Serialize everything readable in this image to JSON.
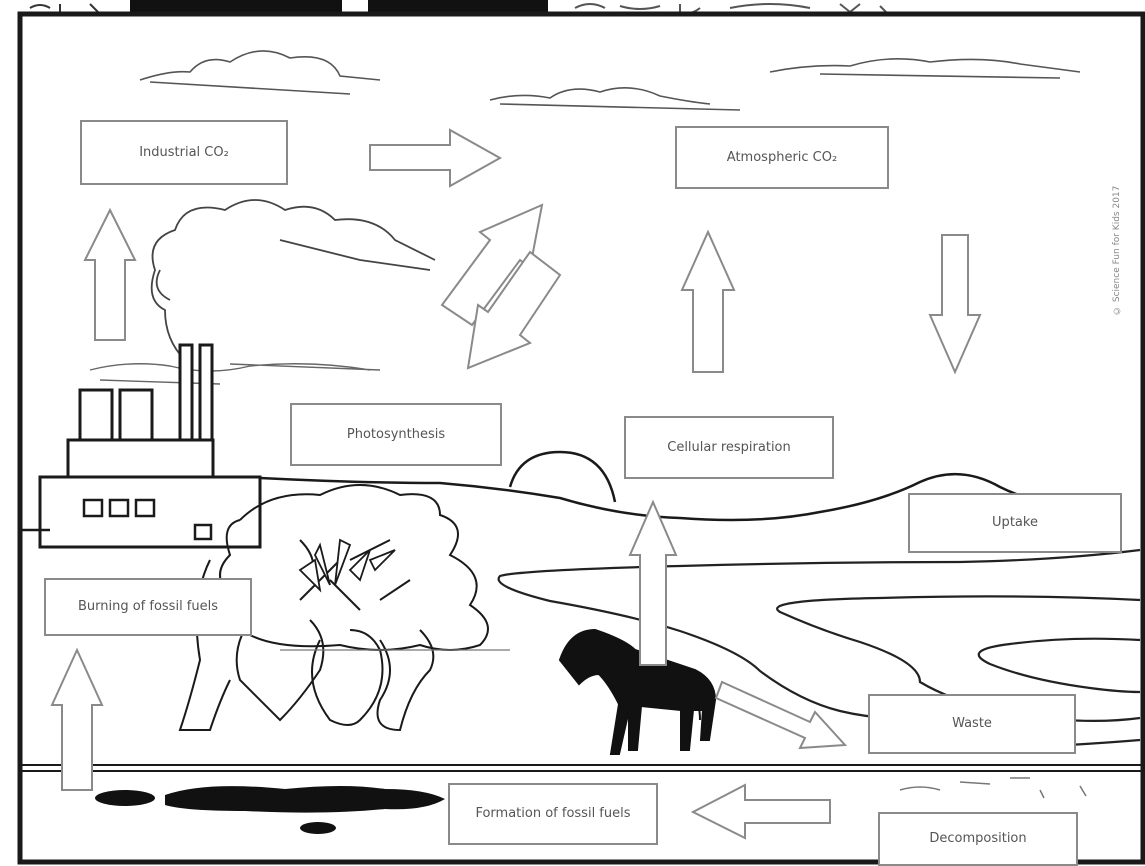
{
  "labels": {
    "industrial_co2": "Industrial CO₂",
    "atmospheric_co2": "Atmospheric CO₂",
    "photosynthesis": "Photosynthesis",
    "cellular_respiration": "Cellular respiration",
    "uptake": "Uptake",
    "burning_fossil_fuels": "Burning of fossil fuels",
    "waste": "Waste",
    "formation_fossil_fuels": "Formation of fossil fuels",
    "decomposition": "Decomposition"
  },
  "copyright": "© Science Fun for Kids 2017",
  "colors": {
    "ink": "#1a1a1a",
    "label_border": "#8a8a8a",
    "arrow_stroke": "#8a8a8a",
    "label_text": "#555555"
  }
}
